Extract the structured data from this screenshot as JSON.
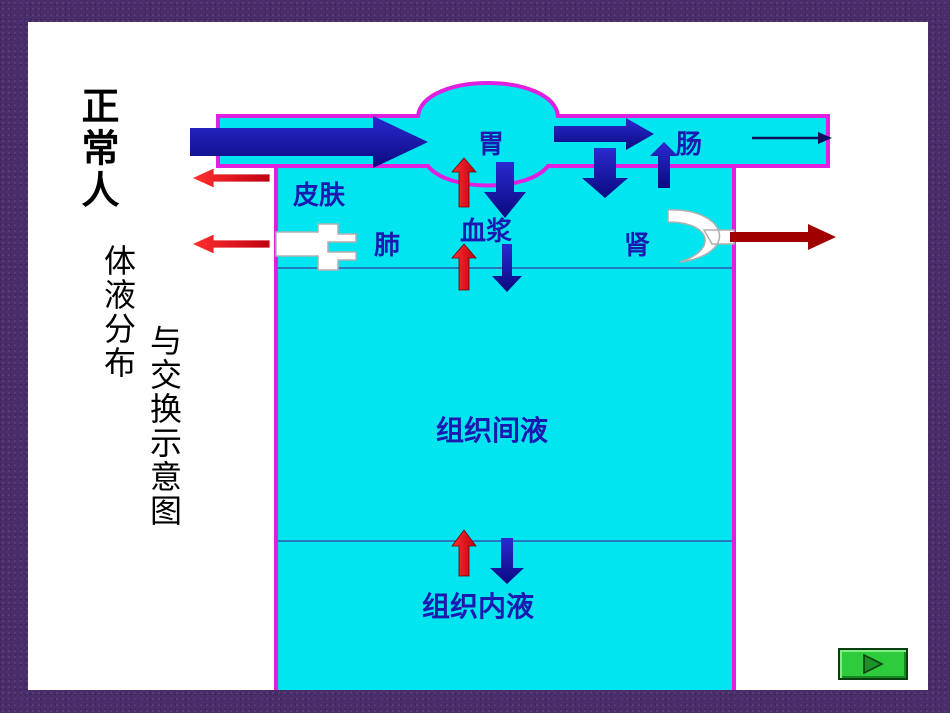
{
  "title": {
    "main": "正常人",
    "line1": "体液分布",
    "line2": "与交换示意图"
  },
  "labels": {
    "stomach": "胃",
    "intestine": "肠",
    "skin": "皮肤",
    "lung": "肺",
    "plasma": "血浆",
    "kidney": "肾",
    "interstitial": "组织间液",
    "intracellular": "组织内液"
  },
  "colors": {
    "fluid": "#00e5f0",
    "border": "#e020e0",
    "blue_arrow": "#1414a0",
    "red_arrow": "#e01020",
    "dark_red_arrow": "#a00000",
    "label_text": "#1a1ab0",
    "play_button": "#2ecc3c"
  },
  "play_button": {
    "icon": "play-triangle-icon"
  }
}
